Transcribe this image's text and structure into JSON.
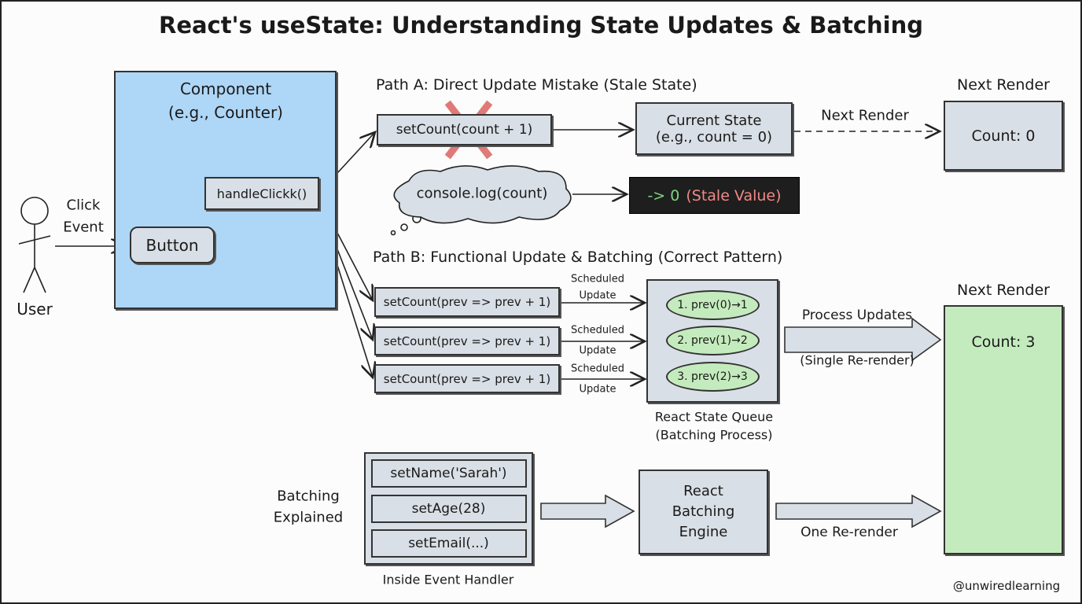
{
  "title": "React's useState: Understanding State Updates & Batching",
  "user": {
    "label": "User",
    "event_label_1": "Click",
    "event_label_2": "Event"
  },
  "component": {
    "title": "Component",
    "subtitle": "(e.g., Counter)",
    "handler": "handleClickk()",
    "button": "Button",
    "color": "#aed6f7"
  },
  "path_a": {
    "title": "Path A: Direct Update Mistake (Stale State)",
    "call": "setCount(count + 1)",
    "current_state_1": "Current State",
    "current_state_2": "(e.g., count = 0)",
    "arrow_label": "Next Render",
    "next_render_title": "Next Render",
    "next_render_value": "Count: 0",
    "console": "console.log(count)",
    "console_output_arrow": "-> 0",
    "console_output_text": "(Stale Value)"
  },
  "path_b": {
    "title": "Path B: Functional Update & Batching (Correct Pattern)",
    "calls": [
      "setCount(prev => prev + 1)",
      "setCount(prev => prev + 1)",
      "setCount(prev => prev + 1)"
    ],
    "scheduled_labels": [
      [
        "Scheduled",
        "Update"
      ],
      [
        "Scheduled",
        "Update"
      ],
      [
        "Scheduled",
        "Update"
      ]
    ],
    "queue_items": [
      "1. prev(0)→1",
      "2. prev(1)→2",
      "3. prev(2)→3"
    ],
    "queue_label_1": "React State Queue",
    "queue_label_2": "(Batching Process)",
    "process_label": "Process Updates",
    "process_sub": "(Single Re-render)",
    "next_render_title": "Next Render",
    "next_render_value": "Count: 3",
    "green": "#c4ebbd"
  },
  "batching": {
    "label_1": "Batching",
    "label_2": "Explained",
    "calls": [
      "setName('Sarah')",
      "setAge(28)",
      "setEmail(...)"
    ],
    "handler_label": "Inside Event Handler",
    "engine_1": "React",
    "engine_2": "Batching",
    "engine_3": "Engine",
    "result_label": "One Re-render"
  },
  "watermark": "@unwiredlearning"
}
